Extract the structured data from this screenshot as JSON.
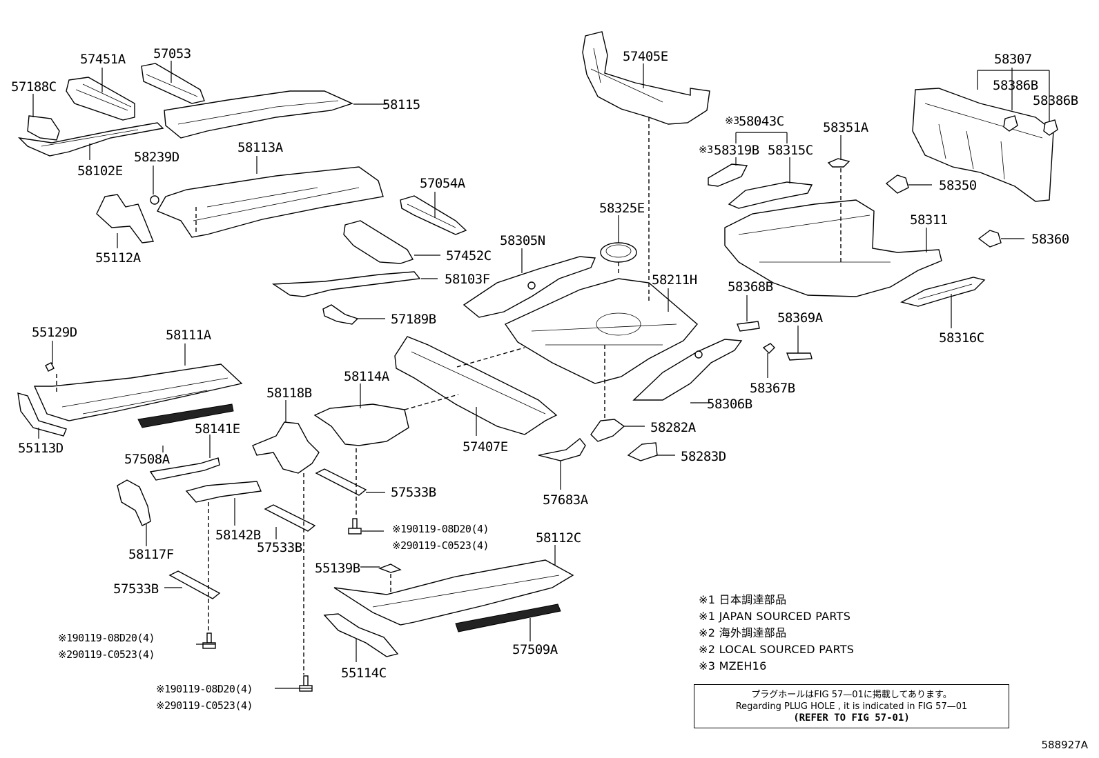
{
  "labels": {
    "p58307": "58307",
    "p58386B_1": "58386B",
    "p58386B_2": "58386B",
    "p57451A": "57451A",
    "p57053": "57053",
    "p57188C": "57188C",
    "p58115": "58115",
    "p58102E": "58102E",
    "p58239D": "58239D",
    "p58113A": "58113A",
    "p55112A": "55112A",
    "p57054A": "57054A",
    "p57452C": "57452C",
    "p58103F": "58103F",
    "p57189B": "57189B",
    "p57405E": "57405E",
    "p58043C": "58043C",
    "p58319B": "58319B",
    "p58315C": "58315C",
    "p58351A": "58351A",
    "p58350": "58350",
    "p58311": "58311",
    "p58360": "58360",
    "p58316C": "58316C",
    "p58325E": "58325E",
    "p58305N": "58305N",
    "p58211H": "58211H",
    "p58368B": "58368B",
    "p58369A": "58369A",
    "p58367B": "58367B",
    "p58306B": "58306B",
    "p58282A": "58282A",
    "p58283D": "58283D",
    "p57683A": "57683A",
    "p55129D": "55129D",
    "p58111A": "58111A",
    "p55113D": "55113D",
    "p58141E": "58141E",
    "p57508A": "57508A",
    "p58118B": "58118B",
    "p58114A": "58114A",
    "p57407E": "57407E",
    "p57533B_1": "57533B",
    "p57533B_2": "57533B",
    "p57533B_3": "57533B",
    "p58117F": "58117F",
    "p58142B": "58142B",
    "p58112C": "58112C",
    "p55139B": "55139B",
    "p57509A": "57509A",
    "p55114C": "55114C",
    "mark3_a": "※3",
    "mark3_b": "※3"
  },
  "fasteners": {
    "f1a": "※190119-08D20(4)",
    "f1b": "※290119-C0523(4)",
    "f2a": "※190119-08D20(4)",
    "f2b": "※290119-C0523(4)",
    "f3a": "※190119-08D20(4)",
    "f3b": "※290119-C0523(4)"
  },
  "legend": {
    "l1": "※1 日本調達部品",
    "l2": "※1 JAPAN SOURCED PARTS",
    "l3": "※2 海外調達部品",
    "l4": "※2 LOCAL SOURCED PARTS",
    "l5": "※3 MZEH16"
  },
  "note": {
    "jp": "プラグホールはFIG 57—01に掲載してあります。",
    "en": "Regarding  PLUG  HOLE , it is indicated in FIG  57—01",
    "ref": "(REFER TO FIG 57-01)"
  },
  "figure_code": "588927A"
}
